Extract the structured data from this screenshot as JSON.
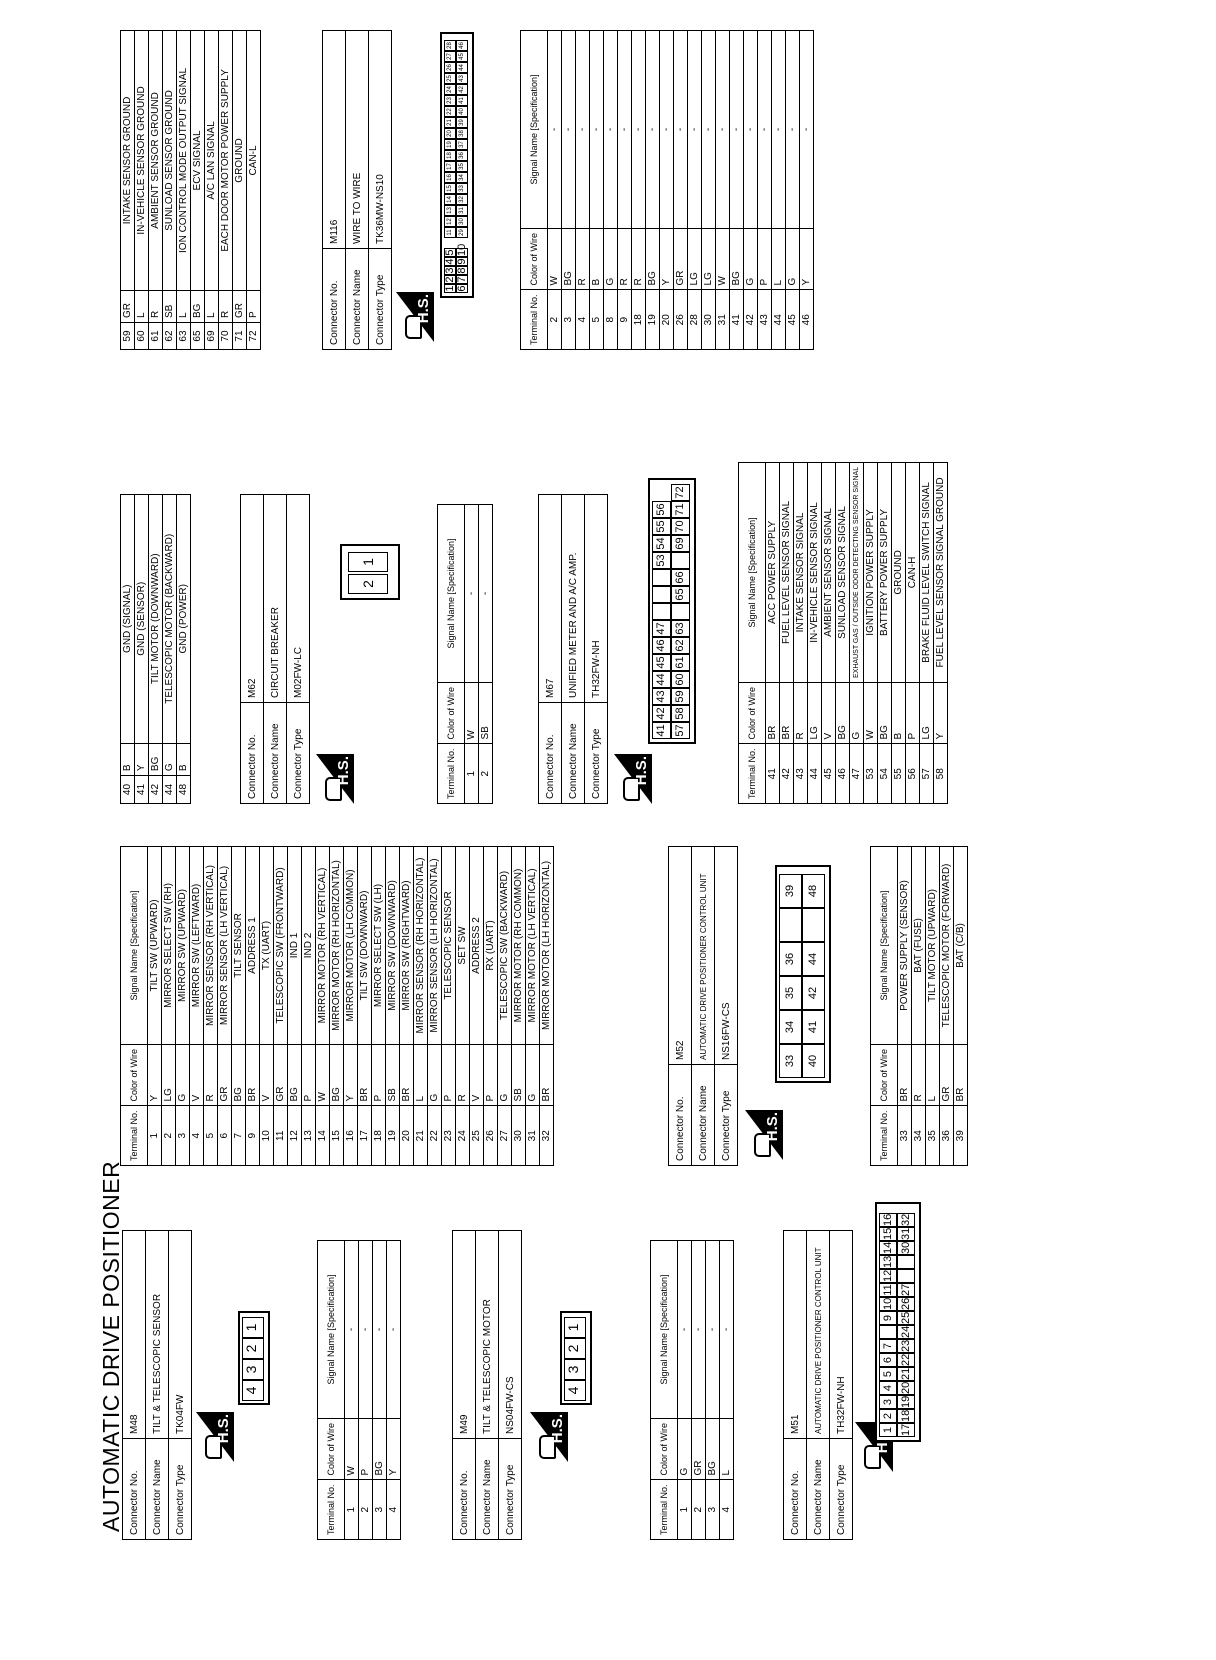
{
  "title": "AUTOMATIC DRIVE POSITIONER",
  "labels": {
    "connector_no": "Connector No.",
    "connector_name": "Connector Name",
    "connector_type": "Connector Type",
    "terminal_no": "Terminal No.",
    "color_of_wire": "Color of Wire",
    "signal_name": "Signal Name [Specification]",
    "hs": "H.S."
  },
  "connectors": {
    "m48": {
      "no": "M48",
      "name": "TILT & TELESCOPIC SENSOR",
      "type": "TK04FW",
      "pins": [
        "4",
        "3",
        "2",
        "1"
      ],
      "rows": [
        [
          "1",
          "W",
          "-"
        ],
        [
          "2",
          "P",
          "-"
        ],
        [
          "3",
          "BG",
          "-"
        ],
        [
          "4",
          "Y",
          "-"
        ]
      ]
    },
    "m49": {
      "no": "M49",
      "name": "TILT & TELESCOPIC MOTOR",
      "type": "NS04FW-CS",
      "pins": [
        "4",
        "3",
        "2",
        "1"
      ],
      "rows": [
        [
          "1",
          "G",
          "-"
        ],
        [
          "2",
          "GR",
          "-"
        ],
        [
          "3",
          "BG",
          "-"
        ],
        [
          "4",
          "L",
          "-"
        ]
      ]
    },
    "m51": {
      "no": "M51",
      "name": "AUTOMATIC DRIVE POSITIONER CONTROL UNIT",
      "type": "TH32FW-NH",
      "pins_top": [
        "1",
        "2",
        "3",
        "4",
        "5",
        "6",
        "7",
        "",
        "9",
        "10",
        "11",
        "12",
        "13",
        "14",
        "15",
        "16"
      ],
      "pins_bottom": [
        "17",
        "18",
        "19",
        "20",
        "21",
        "22",
        "23",
        "24",
        "25",
        "26",
        "27",
        "",
        "",
        "30",
        "31",
        "32"
      ],
      "rows": [
        [
          "1",
          "Y",
          "TILT SW (UPWARD)"
        ],
        [
          "2",
          "LG",
          "MIRROR SELECT SW (RH)"
        ],
        [
          "3",
          "G",
          "MIRROR SW (UPWARD)"
        ],
        [
          "4",
          "V",
          "MIRROR SW (LEFTWARD)"
        ],
        [
          "5",
          "R",
          "MIRROR SENSOR (RH VERTICAL)"
        ],
        [
          "6",
          "GR",
          "MIRROR SENSOR (LH VERTICAL)"
        ],
        [
          "7",
          "BG",
          "TILT SENSOR"
        ],
        [
          "9",
          "BR",
          "ADDRESS 1"
        ],
        [
          "10",
          "V",
          "TX (UART)"
        ],
        [
          "11",
          "GR",
          "TELESCOPIC SW (FRONTWARD)"
        ],
        [
          "12",
          "BG",
          "IND 1"
        ],
        [
          "13",
          "P",
          "IND 2"
        ],
        [
          "14",
          "W",
          "MIRROR MOTOR (RH VERTICAL)"
        ],
        [
          "15",
          "BG",
          "MIRROR MOTOR (RH HORIZONTAL)"
        ],
        [
          "16",
          "Y",
          "MIRROR MOTOR (LH COMMON)"
        ],
        [
          "17",
          "BR",
          "TILT SW (DOWNWARD)"
        ],
        [
          "18",
          "P",
          "MIRROR SELECT SW (LH)"
        ],
        [
          "19",
          "SB",
          "MIRROR SW (DOWNWARD)"
        ],
        [
          "20",
          "BR",
          "MIRROR SW (RIGHTWARD)"
        ],
        [
          "21",
          "L",
          "MIRROR SENSOR (RH HORIZONTAL)"
        ],
        [
          "22",
          "G",
          "MIRROR SENSOR (LH HORIZONTAL)"
        ],
        [
          "23",
          "P",
          "TELESCOPIC SENSOR"
        ],
        [
          "24",
          "R",
          "SET SW"
        ],
        [
          "25",
          "V",
          "ADDRESS 2"
        ],
        [
          "26",
          "P",
          "RX (UART)"
        ],
        [
          "27",
          "G",
          "TELESCOPIC SW (BACKWARD)"
        ],
        [
          "30",
          "SB",
          "MIRROR MOTOR (RH COMMON)"
        ],
        [
          "31",
          "G",
          "MIRROR MOTOR (LH VERTICAL)"
        ],
        [
          "32",
          "BR",
          "MIRROR MOTOR (LH HORIZONTAL)"
        ]
      ]
    },
    "m52": {
      "no": "M52",
      "name": "AUTOMATIC DRIVE POSITIONER CONTROL UNIT",
      "type": "NS16FW-CS",
      "pins_top": [
        "33",
        "34",
        "35",
        "36",
        "",
        "39"
      ],
      "pins_bottom": [
        "40",
        "41",
        "42",
        "44",
        "",
        "48"
      ],
      "rows": [
        [
          "33",
          "BR",
          "POWER SUPPLY (SENSOR)"
        ],
        [
          "34",
          "R",
          "BAT (FUSE)"
        ],
        [
          "35",
          "L",
          "TILT MOTOR (UPWARD)"
        ],
        [
          "36",
          "GR",
          "TELESCOPIC MOTOR (FORWARD)"
        ],
        [
          "39",
          "BR",
          "BAT (C/B)"
        ],
        [
          "40",
          "B",
          "GND (SIGNAL)"
        ],
        [
          "41",
          "Y",
          "GND (SENSOR)"
        ],
        [
          "42",
          "BG",
          "TILT MOTOR (DOWNWARD)"
        ],
        [
          "44",
          "G",
          "TELESCOPIC MOTOR (BACKWARD)"
        ],
        [
          "48",
          "B",
          "GND (POWER)"
        ]
      ]
    },
    "m62": {
      "no": "M62",
      "name": "CIRCUIT BREAKER",
      "type": "M02FW-LC",
      "pins": [
        "1",
        "2"
      ],
      "rows": [
        [
          "1",
          "W",
          "-"
        ],
        [
          "2",
          "SB",
          "-"
        ]
      ]
    },
    "m67": {
      "no": "M67",
      "name": "UNIFIED METER AND A/C AMP.",
      "type": "TH32FW-NH",
      "pins_top": [
        "41",
        "42",
        "43",
        "44",
        "45",
        "46",
        "47",
        "",
        "",
        "",
        "53",
        "54",
        "55",
        "56"
      ],
      "pins_bottom": [
        "57",
        "58",
        "59",
        "60",
        "61",
        "62",
        "63",
        "",
        "65",
        "66",
        "",
        "69",
        "70",
        "71",
        "72"
      ],
      "rows": [
        [
          "41",
          "BR",
          "ACC POWER SUPPLY"
        ],
        [
          "42",
          "BR",
          "FUEL LEVEL SENSOR SIGNAL"
        ],
        [
          "43",
          "R",
          "INTAKE SENSOR SIGNAL"
        ],
        [
          "44",
          "LG",
          "IN-VEHICLE SENSOR SIGNAL"
        ],
        [
          "45",
          "V",
          "AMBIENT SENSOR SIGNAL"
        ],
        [
          "46",
          "BG",
          "SUNLOAD SENSOR SIGNAL"
        ],
        [
          "47",
          "G",
          "EXHAUST GAS / OUTSIDE ODOR DETECTING SENSOR SIGNAL"
        ],
        [
          "53",
          "W",
          "IGNITION POWER SUPPLY"
        ],
        [
          "54",
          "BG",
          "BATTERY POWER SUPPLY"
        ],
        [
          "55",
          "B",
          "GROUND"
        ],
        [
          "56",
          "P",
          "CAN-H"
        ],
        [
          "57",
          "LG",
          "BRAKE FLUID LEVEL SWITCH SIGNAL"
        ],
        [
          "58",
          "Y",
          "FUEL LEVEL SENSOR SIGNAL GROUND"
        ],
        [
          "59",
          "GR",
          "INTAKE SENSOR GROUND"
        ],
        [
          "60",
          "L",
          "IN-VEHICLE SENSOR GROUND"
        ],
        [
          "61",
          "R",
          "AMBIENT SENSOR GROUND"
        ],
        [
          "62",
          "SB",
          "SUNLOAD SENSOR GROUND"
        ],
        [
          "63",
          "L",
          "ION CONTROL MODE OUTPUT SIGNAL"
        ],
        [
          "65",
          "BG",
          "ECV SIGNAL"
        ],
        [
          "69",
          "L",
          "A/C LAN SIGNAL"
        ],
        [
          "70",
          "R",
          "EACH DOOR MOTOR POWER SUPPLY"
        ],
        [
          "71",
          "GR",
          "GROUND"
        ],
        [
          "72",
          "P",
          "CAN-L"
        ]
      ]
    },
    "m116": {
      "no": "M116",
      "name": "WIRE TO WIRE",
      "type": "TK36MW-NS10",
      "pins_top": [
        "1",
        "2",
        "3",
        "4",
        "5"
      ],
      "pins_bottom": [
        "6",
        "7",
        "8",
        "9",
        "10"
      ],
      "pins_right_top": [
        "11",
        "12",
        "13",
        "14",
        "15",
        "16",
        "17",
        "18",
        "19",
        "20",
        "21",
        "22",
        "23",
        "24",
        "25",
        "26",
        "27",
        "28"
      ],
      "pins_right_bottom": [
        "29",
        "30",
        "31",
        "32",
        "33",
        "34",
        "35",
        "36",
        "37",
        "38",
        "39",
        "40",
        "41",
        "42",
        "43",
        "44",
        "45",
        "46"
      ],
      "rows": [
        [
          "2",
          "W",
          "-"
        ],
        [
          "3",
          "BG",
          "-"
        ],
        [
          "4",
          "R",
          "-"
        ],
        [
          "5",
          "B",
          "-"
        ],
        [
          "8",
          "G",
          "-"
        ],
        [
          "9",
          "R",
          "-"
        ],
        [
          "18",
          "R",
          "-"
        ],
        [
          "19",
          "BG",
          "-"
        ],
        [
          "20",
          "Y",
          "-"
        ],
        [
          "26",
          "GR",
          "-"
        ],
        [
          "28",
          "LG",
          "-"
        ],
        [
          "30",
          "LG",
          "-"
        ],
        [
          "31",
          "W",
          "-"
        ],
        [
          "41",
          "BG",
          "-"
        ],
        [
          "42",
          "G",
          "-"
        ],
        [
          "43",
          "P",
          "-"
        ],
        [
          "44",
          "L",
          "-"
        ],
        [
          "45",
          "G",
          "-"
        ],
        [
          "46",
          "Y",
          "-"
        ]
      ]
    }
  }
}
